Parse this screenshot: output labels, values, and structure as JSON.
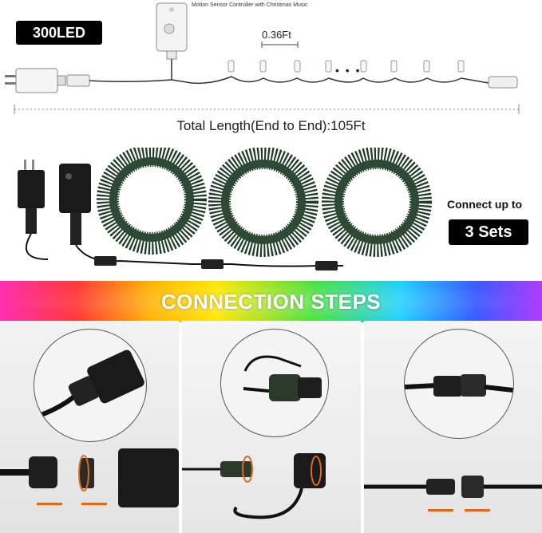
{
  "top": {
    "led_badge": "300LED",
    "controller_caption": "Motion Sensor Controller with Christmas Music",
    "spacing_label": "0.36Ft",
    "dots": "• • •",
    "total_length": "Total Length(End to End):105Ft"
  },
  "middle": {
    "connect_text": "Connect up to",
    "sets_badge": "3 Sets"
  },
  "banner": {
    "title": "CONNECTION STEPS"
  },
  "colors": {
    "badge_bg": "#000000",
    "arrow": "#e06a1a",
    "cable": "#1a1a1a",
    "wire_green": "#1e3a28"
  }
}
